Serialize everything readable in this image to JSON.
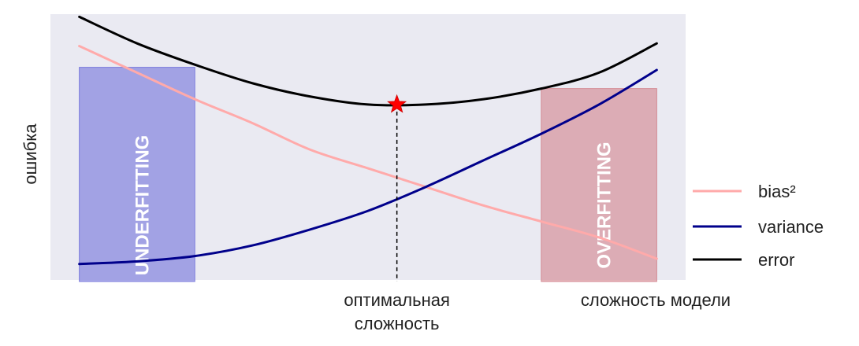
{
  "chart_data": {
    "type": "line",
    "title": "",
    "xlabel": "сложность модели",
    "ylabel": "ошибка",
    "xlim": [
      -0.5,
      10.5
    ],
    "ylim": [
      0,
      10
    ],
    "grid": false,
    "legend_position": "right",
    "x_ticks": [
      {
        "x": 5.5,
        "label": "оптимальная\nсложность"
      }
    ],
    "series": [
      {
        "name": "bias²",
        "color": "#ffaaaa",
        "x": [
          0,
          1,
          2,
          3,
          4,
          5,
          6,
          7,
          8,
          9,
          10
        ],
        "y": [
          8.8,
          7.8,
          6.8,
          5.9,
          4.9,
          4.2,
          3.5,
          2.8,
          2.2,
          1.6,
          0.8
        ]
      },
      {
        "name": "variance",
        "color": "#00008b",
        "x": [
          0,
          1,
          2,
          3,
          4,
          5,
          6,
          7,
          8,
          9,
          10
        ],
        "y": [
          0.6,
          0.7,
          0.9,
          1.3,
          1.9,
          2.6,
          3.5,
          4.5,
          5.5,
          6.6,
          7.9
        ]
      },
      {
        "name": "error",
        "color": "#000000",
        "x": [
          0,
          1,
          2,
          3,
          4,
          5,
          6,
          7,
          8,
          9,
          10
        ],
        "y": [
          9.9,
          8.9,
          8.1,
          7.4,
          6.9,
          6.6,
          6.6,
          6.8,
          7.2,
          7.8,
          8.9
        ]
      }
    ],
    "optimum": {
      "x": 5.5,
      "y": 6.6,
      "marker": "star",
      "color": "#ff0000"
    },
    "regions": [
      {
        "label": "UNDERFITTING",
        "x0": 0,
        "x1": 2,
        "color": "#7b7bdc"
      },
      {
        "label": "OVERFITTING",
        "x0": 8,
        "x1": 10,
        "color": "#d48a93"
      }
    ]
  }
}
